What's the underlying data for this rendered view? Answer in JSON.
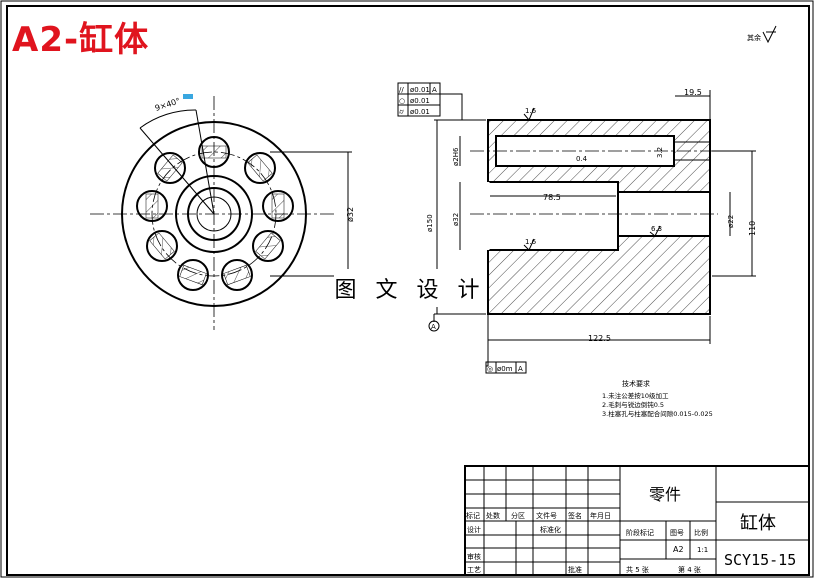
{
  "banner": {
    "text": "A2-缸体",
    "color": "#e0141e"
  },
  "overlay_text": "图 文 设 计",
  "roughness_note": "其余",
  "front_view": {
    "angle_label": "9×40°",
    "dia_label": "ø32"
  },
  "section_view": {
    "tolerance_frame": [
      {
        "symbol": "//",
        "value": "ø0.01",
        "datum": "A"
      },
      {
        "symbol": "○",
        "value": "ø0.01",
        "datum": ""
      },
      {
        "symbol": "⌭",
        "value": "ø0.01",
        "datum": ""
      }
    ],
    "bottom_frame": {
      "symbol": "◎",
      "value": "ø0m",
      "datum": "A"
    },
    "datum_label": "A",
    "dims": {
      "top_right": "19.5",
      "bore_dia": "ø2H6",
      "outer_dia": "ø150",
      "inner_dia": "ø32",
      "bore_len": "78.5",
      "right_dia": "ø22",
      "length": "122.5",
      "height": "110",
      "rough_1": "1.6",
      "rough_2": "0.4",
      "rough_3": "1.6",
      "rough_4": "6.3",
      "rough_5": "3.2"
    }
  },
  "notes": {
    "title": "技术要求",
    "lines": [
      "1.未注公差按10级加工",
      "2.毛刺与锐边倒钝0.5",
      "3.柱塞孔与柱塞配合间隙0.015-0.025"
    ]
  },
  "title_block": {
    "part_category": "零件",
    "part_name": "缸体",
    "drawing_no": "SCY15-15",
    "sheet_size": "A2",
    "scale": "1:1",
    "total_sheets": "共 5 张",
    "sheet_no": "第 4 张",
    "headers": [
      "标记",
      "处数",
      "分区",
      "文件号",
      "签名",
      "年月日"
    ],
    "roles": [
      "设计",
      "审核",
      "工艺"
    ],
    "std_label": "标准化",
    "stage_label": "阶段标记",
    "weight_label": "图号",
    "ratio_label": "比例",
    "approve_label": "批准"
  }
}
